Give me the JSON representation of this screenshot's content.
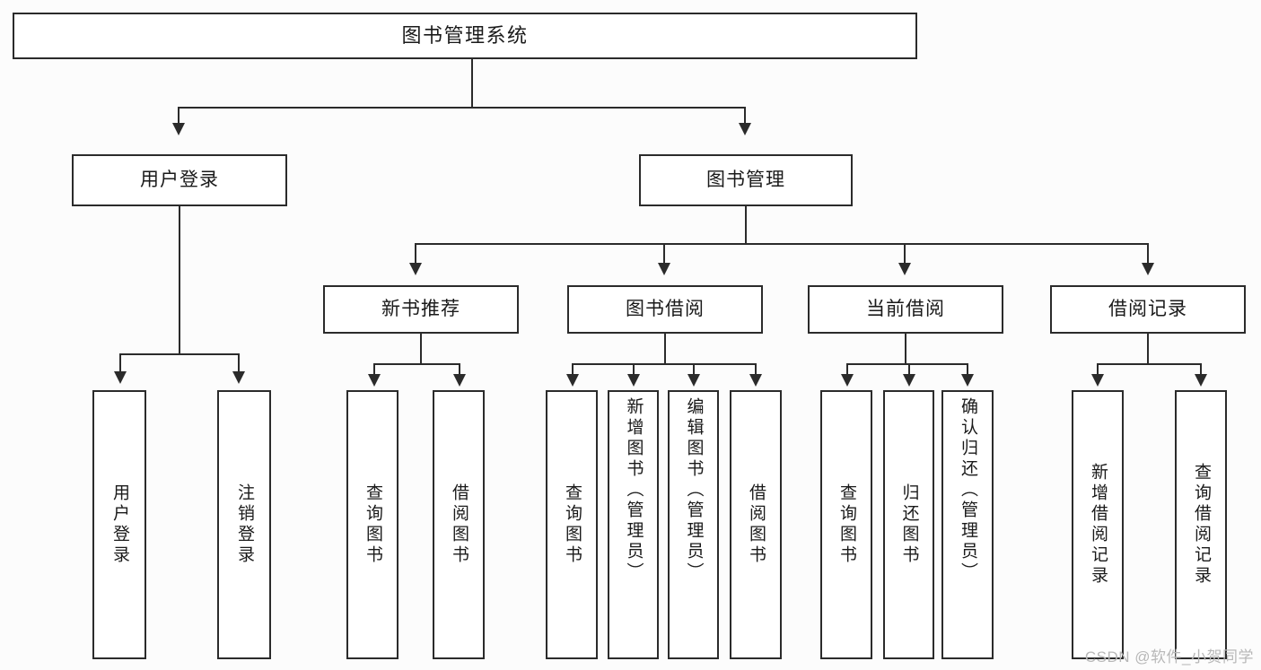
{
  "diagram": {
    "title": "图书管理系统",
    "background_color": "#fcfcfc",
    "line_color": "#2b2b2b",
    "box_fill": "#ffffff"
  },
  "nodes": {
    "root": {
      "label": "图书管理系统"
    },
    "level2": [
      {
        "id": "user-login",
        "label": "用户登录"
      },
      {
        "id": "book-manage",
        "label": "图书管理"
      }
    ],
    "level3": [
      {
        "id": "new-book-recommend",
        "label": "新书推荐"
      },
      {
        "id": "book-borrow",
        "label": "图书借阅"
      },
      {
        "id": "current-borrow",
        "label": "当前借阅"
      },
      {
        "id": "borrow-record",
        "label": "借阅记录"
      }
    ],
    "leaves": {
      "user_login": [
        {
          "id": "leaf-user-login",
          "label": "用户登录"
        },
        {
          "id": "leaf-logout",
          "label": "注销登录"
        }
      ],
      "new_book_recommend": [
        {
          "id": "leaf-query-book-1",
          "label": "查询图书"
        },
        {
          "id": "leaf-borrow-book-1",
          "label": "借阅图书"
        }
      ],
      "book_borrow": [
        {
          "id": "leaf-query-book-2",
          "label": "查询图书"
        },
        {
          "id": "leaf-add-book",
          "label": "新增图书（管理员）"
        },
        {
          "id": "leaf-edit-book",
          "label": "编辑图书（管理员）"
        },
        {
          "id": "leaf-borrow-book-2",
          "label": "借阅图书"
        }
      ],
      "current_borrow": [
        {
          "id": "leaf-query-book-3",
          "label": "查询图书"
        },
        {
          "id": "leaf-return-book",
          "label": "归还图书"
        },
        {
          "id": "leaf-confirm-return",
          "label": "确认归还（管理员）"
        }
      ],
      "borrow_record": [
        {
          "id": "leaf-add-record",
          "label": "新增借阅记录"
        },
        {
          "id": "leaf-query-record",
          "label": "查询借阅记录"
        }
      ]
    }
  },
  "watermark": {
    "text": "CSDN @软件_小贺同学"
  }
}
